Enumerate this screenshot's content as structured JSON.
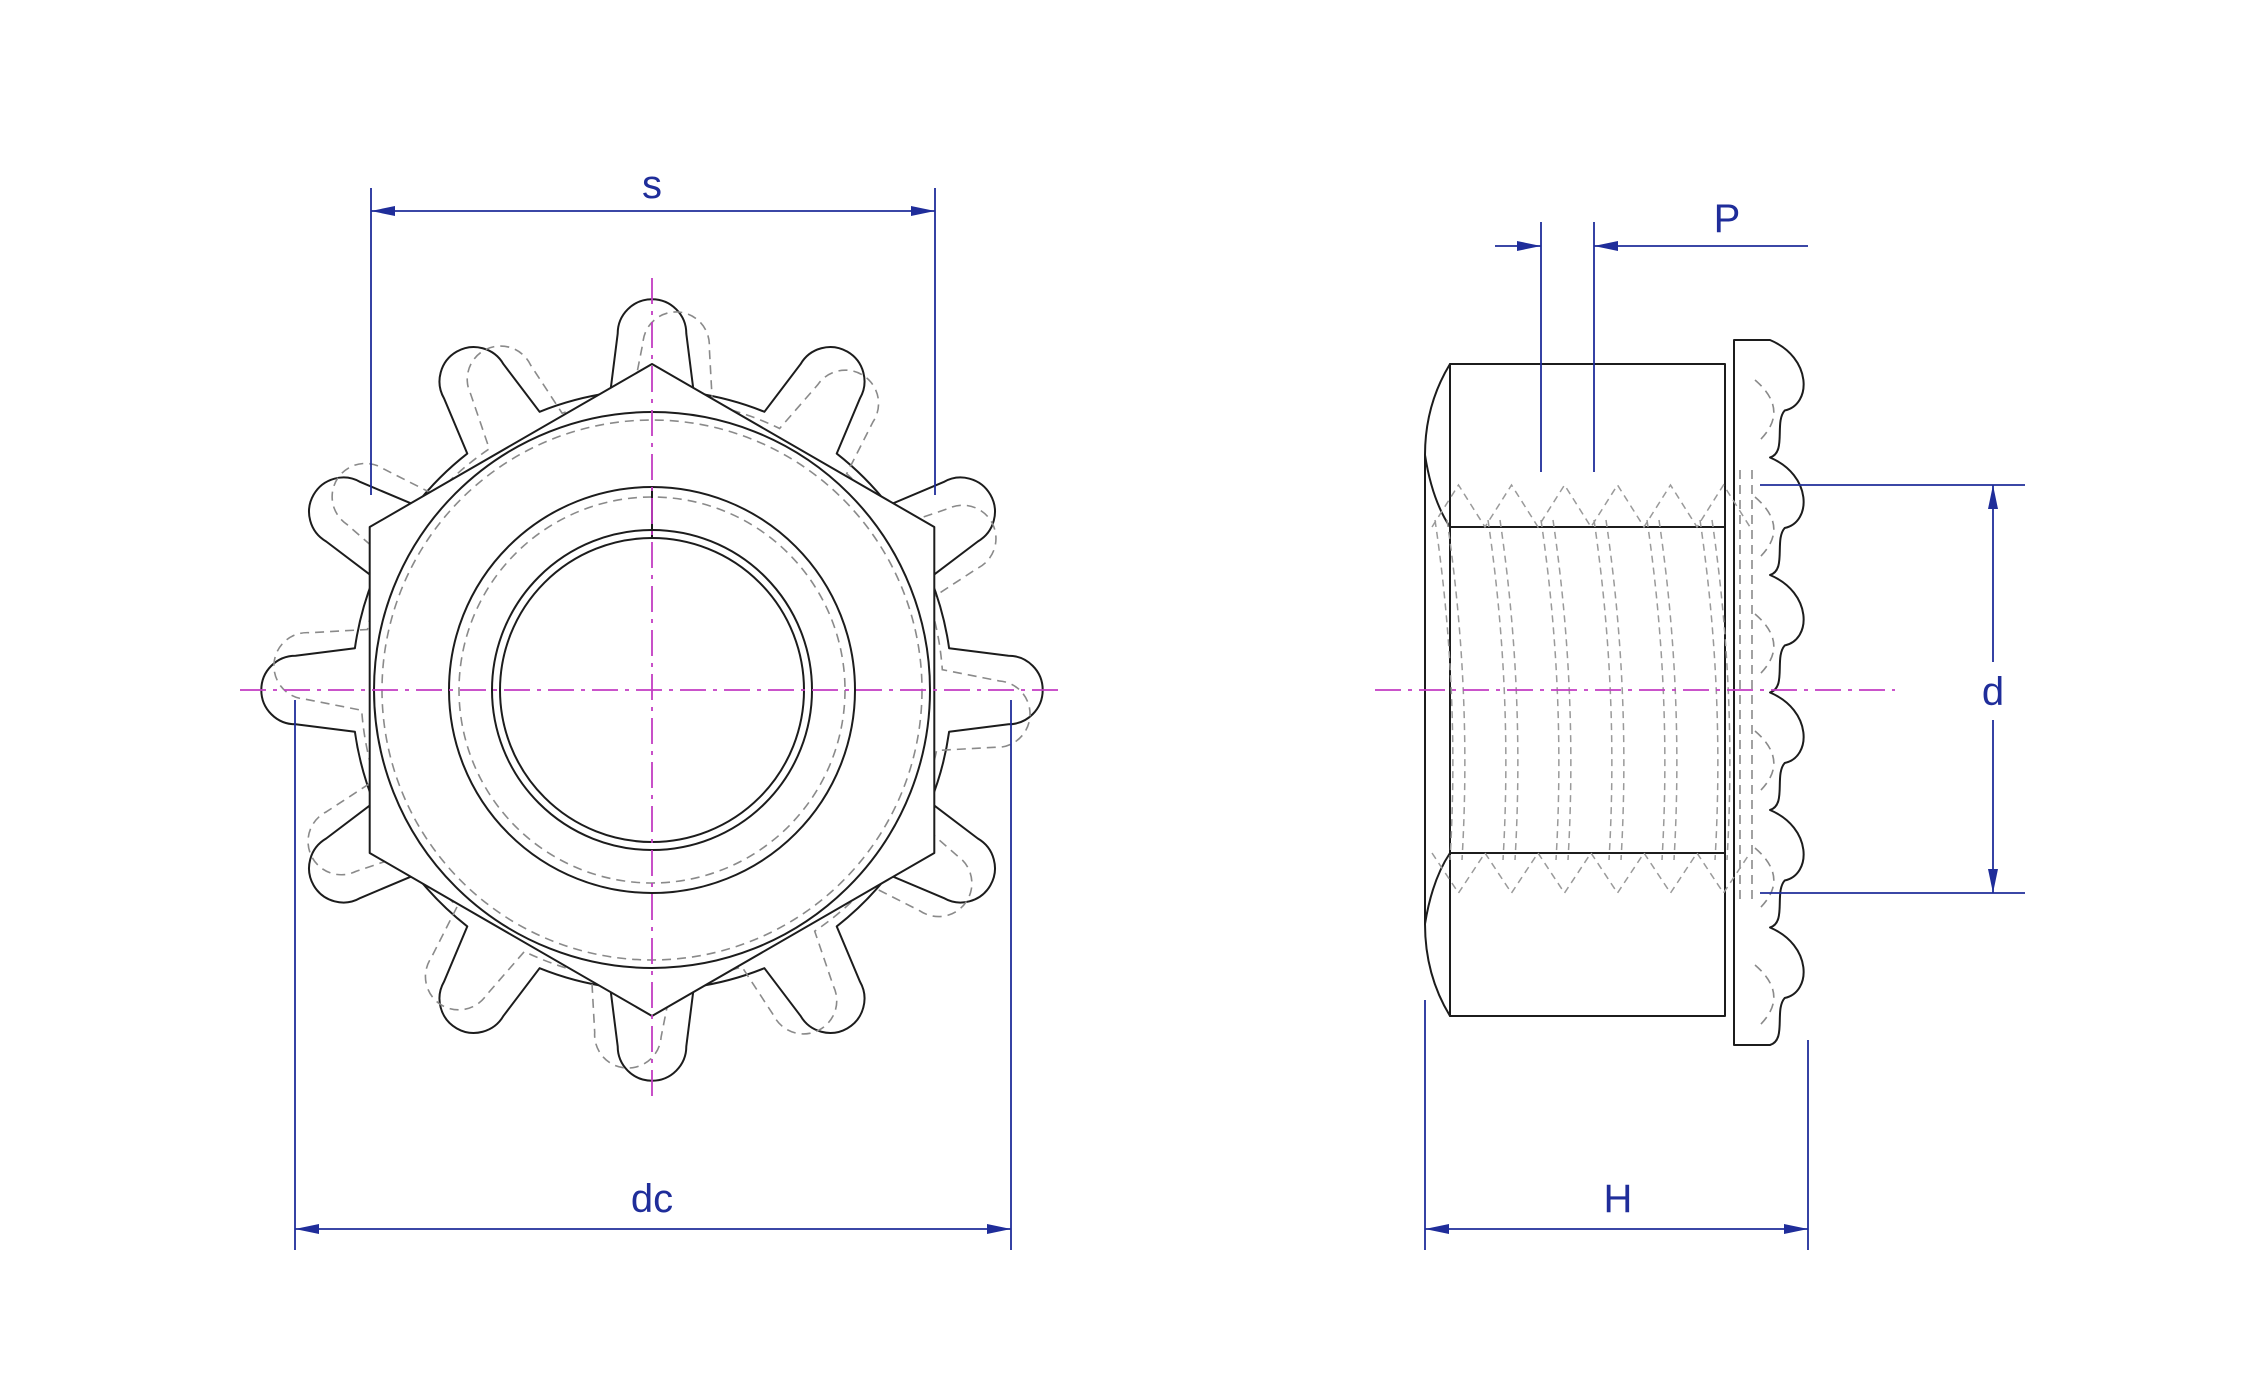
{
  "dimension_labels": {
    "width_across_flats": "s",
    "washer_diameter": "dc",
    "thread_pitch": "P",
    "thread_diameter": "d",
    "height": "H"
  },
  "colors": {
    "outline": "#1c1c1c",
    "hidden_lines": "#8a8a8a",
    "center_lines": "#c23cc2",
    "dimensions": "#1f2d9a"
  },
  "views": [
    "front",
    "side"
  ],
  "washer_tooth_count": 12
}
